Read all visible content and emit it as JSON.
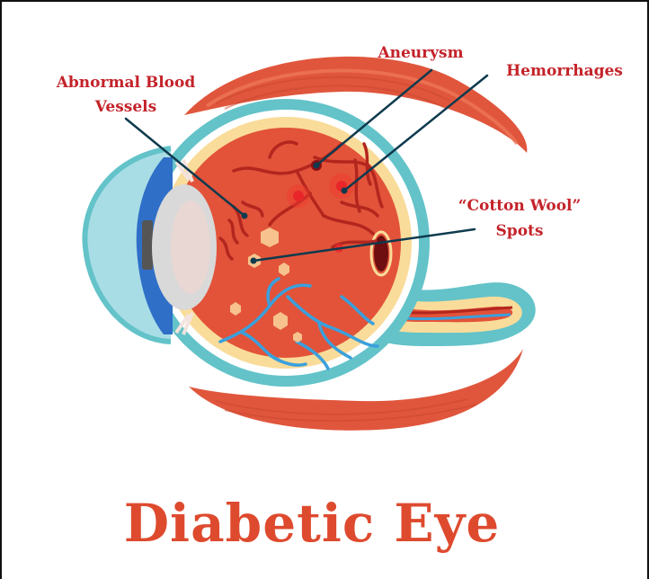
{
  "title": "Diabetic Eye",
  "labels": {
    "abnormal_line1": "Abnormal Blood",
    "abnormal_line2": "Vessels",
    "aneurysm": "Aneurysm",
    "hemorrhages": "Hemorrhages",
    "cotton_line1": "“Cotton Wool”",
    "cotton_line2": "Spots"
  },
  "colors": {
    "label_red": "#c4232a",
    "title_red": "#de4a2e",
    "leader_line": "#0e3a4e",
    "muscle": "#e0563c",
    "sclera_outer": "#63c3c9",
    "retina_yellow": "#f9dc9a",
    "eye_interior": "#e2533a",
    "vessel_dark": "#b3261e",
    "vessel_blue": "#3aa0dd",
    "cornea": "#a9dde6",
    "iris": "#2f6fc7",
    "lens": "#d9d9d9"
  }
}
